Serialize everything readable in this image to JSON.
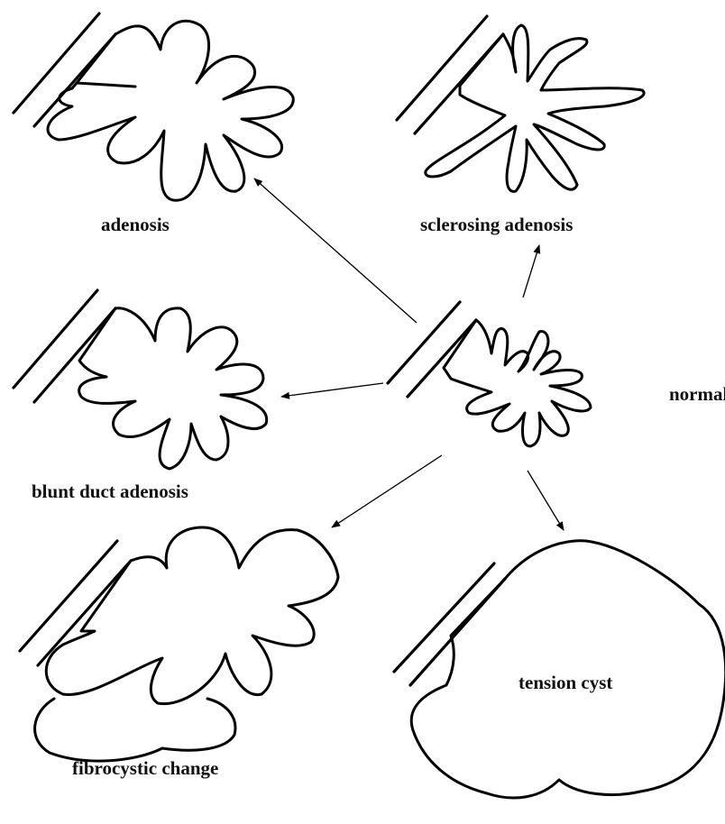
{
  "labels": {
    "adenosis": "adenosis",
    "sclerosing_adenosis": "sclerosing adenosis",
    "normal": "normal",
    "blunt_duct_adenosis": "blunt duct adenosis",
    "fibrocystic_change": "fibrocystic change",
    "tension_cyst": "tension cyst"
  },
  "colors": {
    "line": "#000000",
    "background": "#ffffff"
  }
}
